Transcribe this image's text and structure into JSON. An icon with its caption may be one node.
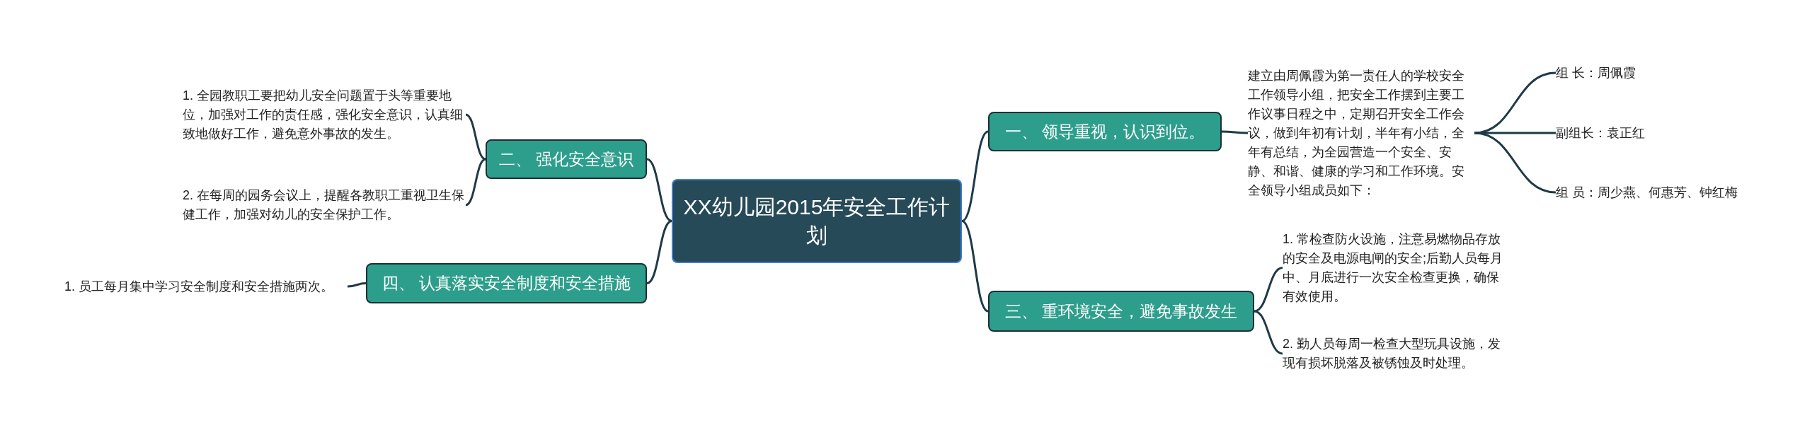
{
  "diagram": {
    "nodes": [
      {
        "text": [
          "XX幼儿园2015年安全工作计划"
        ]
      },
      {
        "text": [
          "一、 领导重视，认识到位。"
        ]
      },
      {
        "text": [
          "建立由周佩霞为第一责任人的学校安全工作领导小组，把安全工作摆到主要工作议事日程之中，定期召开安全工作会议，做到年初有计划，半年有小结，全年有总结，为全园营造一个安全、安静、和谐、健康的学习和工作环境。安全领导小组成员如下："
        ]
      },
      {
        "text": [
          "组 长：周佩霞"
        ]
      },
      {
        "text": [
          "副组长：袁正红"
        ]
      },
      {
        "text": [
          "组 员：周少燕、何惠芳、钟红梅"
        ]
      },
      {
        "text": [
          "二、 强化安全意识"
        ]
      },
      {
        "text": [
          "1. 全园教职工要把幼儿安全问题置于头等重要地位，加强对工作的责任感，强化安全意识，认真细致地做好工作，避免意外事故的发生。"
        ]
      },
      {
        "text": [
          "2. 在每周的园务会议上，提醒各教职工重视卫生保健工作，加强对幼儿的安全保护工作。"
        ]
      },
      {
        "text": [
          "三、 重环境安全，避免事故发生"
        ]
      },
      {
        "text": [
          "1. 常检查防火设施，注意易燃物品存放的安全及电源电闸的安全;后勤人员每月中、月底进行一次安全检查更换，确保有效使用。"
        ]
      },
      {
        "text": [
          "2. 勤人员每周一检查大型玩具设施，发现有损坏脱落及被锈蚀及时处理。"
        ]
      },
      {
        "text": [
          "四、 认真落实安全制度和安全措施"
        ]
      },
      {
        "text": [
          "1. 员工每月集中学习安全制度和安全措施两次。"
        ]
      }
    ],
    "edges": [
      {
        "from": 0,
        "to": 1,
        "arrow": "none"
      },
      {
        "from": 1,
        "to": 2,
        "arrow": "none"
      },
      {
        "from": 2,
        "to": 3,
        "arrow": "none"
      },
      {
        "from": 2,
        "to": 4,
        "arrow": "none"
      },
      {
        "from": 2,
        "to": 5,
        "arrow": "none"
      },
      {
        "from": 0,
        "to": 6,
        "arrow": "none"
      },
      {
        "from": 6,
        "to": 7,
        "arrow": "none"
      },
      {
        "from": 6,
        "to": 8,
        "arrow": "none"
      },
      {
        "from": 0,
        "to": 9,
        "arrow": "none"
      },
      {
        "from": 9,
        "to": 10,
        "arrow": "none"
      },
      {
        "from": 9,
        "to": 11,
        "arrow": "none"
      },
      {
        "from": 0,
        "to": 12,
        "arrow": "none"
      },
      {
        "from": 12,
        "to": 13,
        "arrow": "none"
      }
    ]
  }
}
